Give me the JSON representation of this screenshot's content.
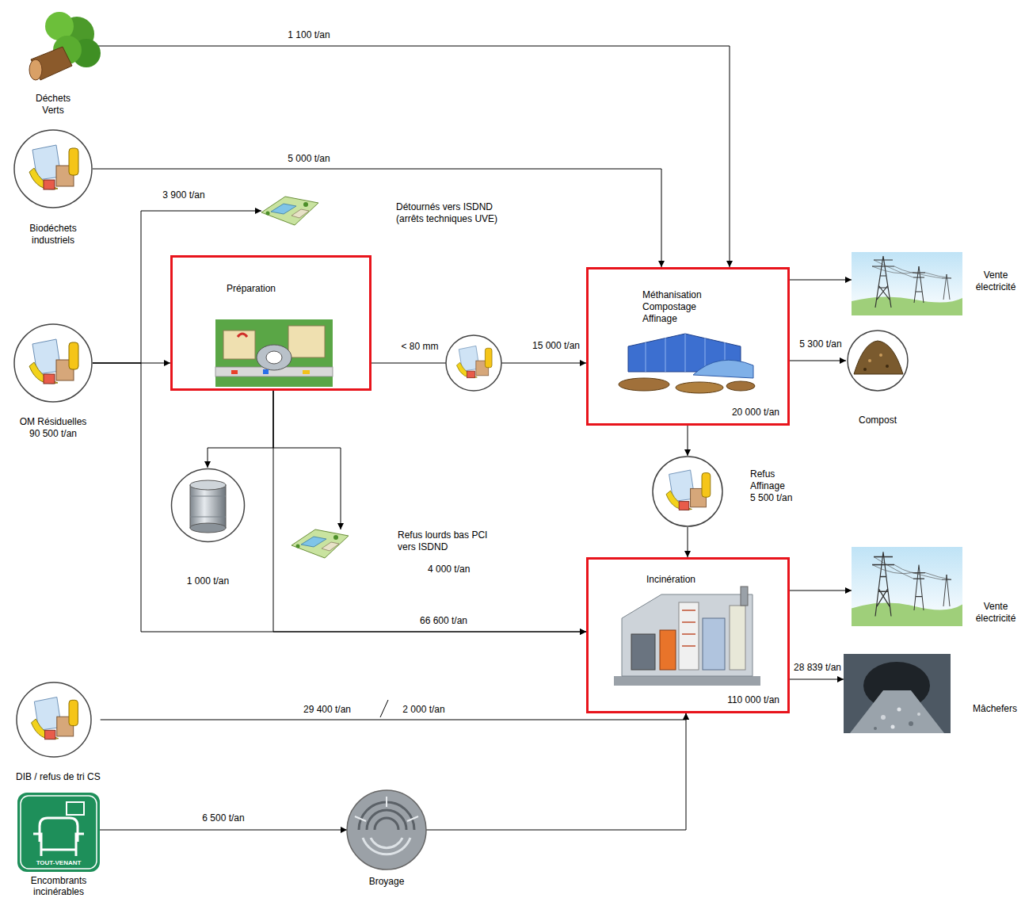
{
  "diagram": {
    "nodes": [
      {
        "text": [
          "Déchets Verts"
        ]
      },
      {
        "text": [
          "Biodéchets industriels"
        ]
      },
      {
        "text": [
          "Détournés vers ISDND (arrêts techniques UVE)"
        ]
      },
      {
        "text": [
          "Préparation"
        ]
      },
      {
        "text": [
          "Méthanisation Compostage Affinage",
          "20 000 t/an"
        ]
      },
      {
        "text": [
          "Vente électricité"
        ]
      },
      {
        "text": [
          "OM Résiduelles",
          "90 500 t/an"
        ]
      },
      {
        "text": [
          "Compost"
        ]
      },
      {
        "text": [
          "Refus Affinage",
          "5 500 t/an"
        ]
      },
      {
        "text": [
          "1 000 t/an"
        ]
      },
      {
        "text": [
          "Refus lourds bas PCI vers ISDND",
          "4 000 t/an"
        ]
      },
      {
        "text": [
          "Incinération",
          "110 000 t/an"
        ]
      },
      {
        "text": [
          "Vente électricité"
        ]
      },
      {
        "text": [
          "Mâchefers"
        ]
      },
      {
        "text": [
          "DIB / refus de tri CS"
        ]
      },
      {
        "text": [
          "TOUT-VENANT",
          "Encombrants incinérables"
        ]
      },
      {
        "text": [
          "Broyage"
        ]
      }
    ],
    "edges": [
      {
        "from": 0,
        "to": 4,
        "label": "1 100 t/an",
        "arrow": "to"
      },
      {
        "from": 1,
        "to": 4,
        "label": "5 000 t/an",
        "arrow": "to"
      },
      {
        "from": 6,
        "to": 2,
        "label": "3 900 t/an",
        "arrow": "to"
      },
      {
        "from": 6,
        "to": 3,
        "arrow": "to"
      },
      {
        "from": 3,
        "to": 4,
        "label": "< 80 mm",
        "arrow": "to"
      },
      {
        "from": 4,
        "to": 5,
        "arrow": "to"
      },
      {
        "from": 4,
        "to": 7,
        "label": "5 300 t/an",
        "arrow": "to"
      },
      {
        "from": 3,
        "to": 9,
        "arrow": "to"
      },
      {
        "from": 3,
        "to": 10,
        "arrow": "to"
      },
      {
        "from": 3,
        "to": 11,
        "label": "66 600 t/an",
        "arrow": "to"
      },
      {
        "from": 6,
        "to": 11,
        "arrow": "to"
      },
      {
        "from": 4,
        "to": 8,
        "arrow": "to"
      },
      {
        "from": 8,
        "to": 11,
        "arrow": "to"
      },
      {
        "from": 11,
        "to": 12,
        "arrow": "to"
      },
      {
        "from": 11,
        "to": 13,
        "label": "28 839 t/an",
        "arrow": "to"
      },
      {
        "from": 14,
        "to": 11,
        "label": "29 400 t/an",
        "arrow": "to"
      },
      {
        "from": 15,
        "to": 16,
        "label": "6 500 t/an",
        "arrow": "to"
      },
      {
        "from": 16,
        "to": 11,
        "arrow": "to"
      }
    ],
    "labels": [
      "15 000 t/an",
      "2 000 t/an"
    ]
  }
}
